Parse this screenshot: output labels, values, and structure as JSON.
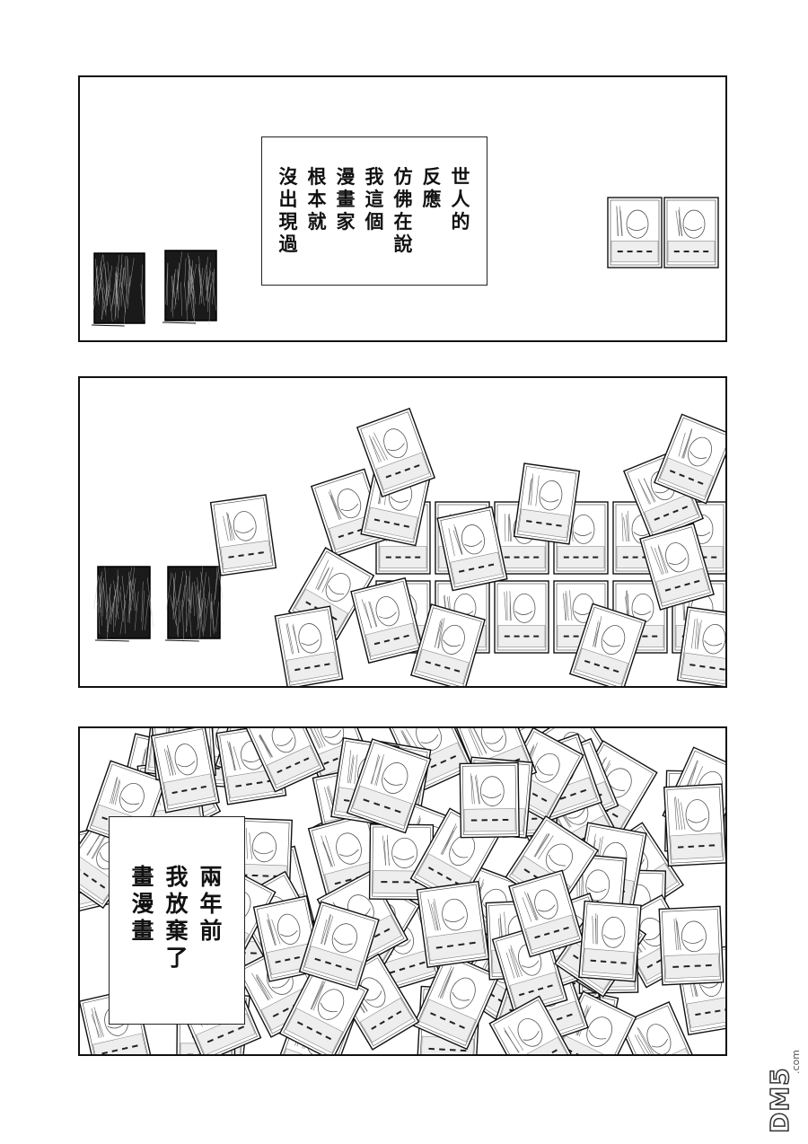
{
  "panels": [
    {
      "caption": {
        "columns": [
          "世人的",
          "反應",
          "仿佛在說",
          "我這個",
          "漫畫家",
          "根本就",
          "沒出現過"
        ]
      }
    },
    {},
    {
      "caption": {
        "columns": [
          "兩年前",
          "我放棄了",
          "畫漫畫"
        ]
      }
    }
  ],
  "watermark": {
    "text": "DM5",
    "sub": ".com"
  }
}
